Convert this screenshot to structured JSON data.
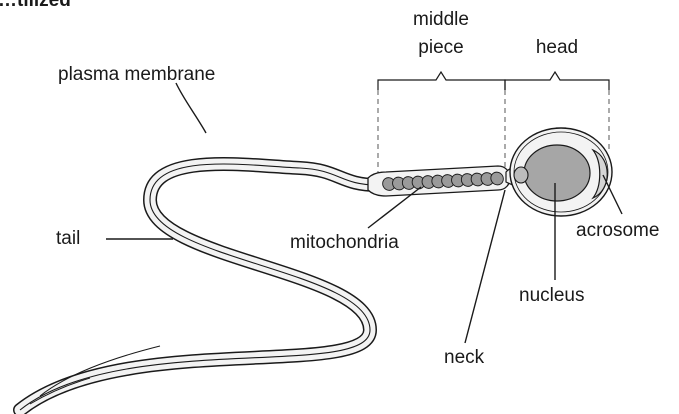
{
  "diagram": {
    "header_fragment": "…tilized",
    "labels": {
      "middle_line1": "middle",
      "middle_line2": "piece",
      "head": "head",
      "plasma_membrane": "plasma membrane",
      "tail": "tail",
      "mitochondria": "mitochondria",
      "acrosome": "acrosome",
      "nucleus": "nucleus",
      "neck": "neck"
    }
  },
  "colors": {
    "line": "#1a1a1a",
    "cell_fill": "#f3f3f3",
    "nucleus": "#a6a6a6",
    "acrosome": "#d4d4d4",
    "mitochondria": "#9a9a9a"
  }
}
